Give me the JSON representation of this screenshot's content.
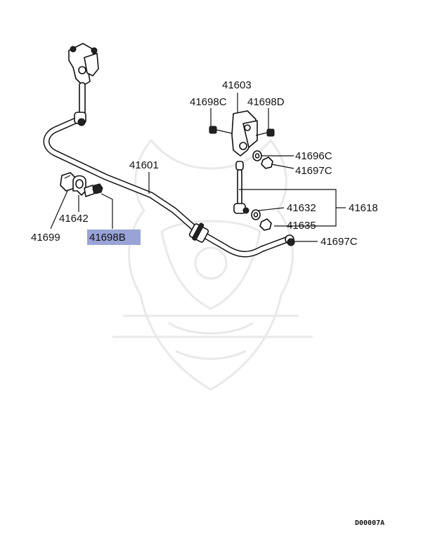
{
  "diagram": {
    "colors": {
      "line": "#111111",
      "highlight": "#9aa3d6",
      "watermark": "#e9e9e9"
    },
    "labels": {
      "p41603": "41603",
      "p41698C": "41698C",
      "p41698D": "41698D",
      "p41696C": "41696C",
      "p41697C_upper": "41697C",
      "p41601": "41601",
      "p41632": "41632",
      "p41618": "41618",
      "p41635": "41635",
      "p41697C_lower": "41697C",
      "p41642": "41642",
      "p41699": "41699",
      "p41698B": "41698B"
    },
    "highlighted_label": "41698B",
    "diagram_code": "D00007A"
  }
}
